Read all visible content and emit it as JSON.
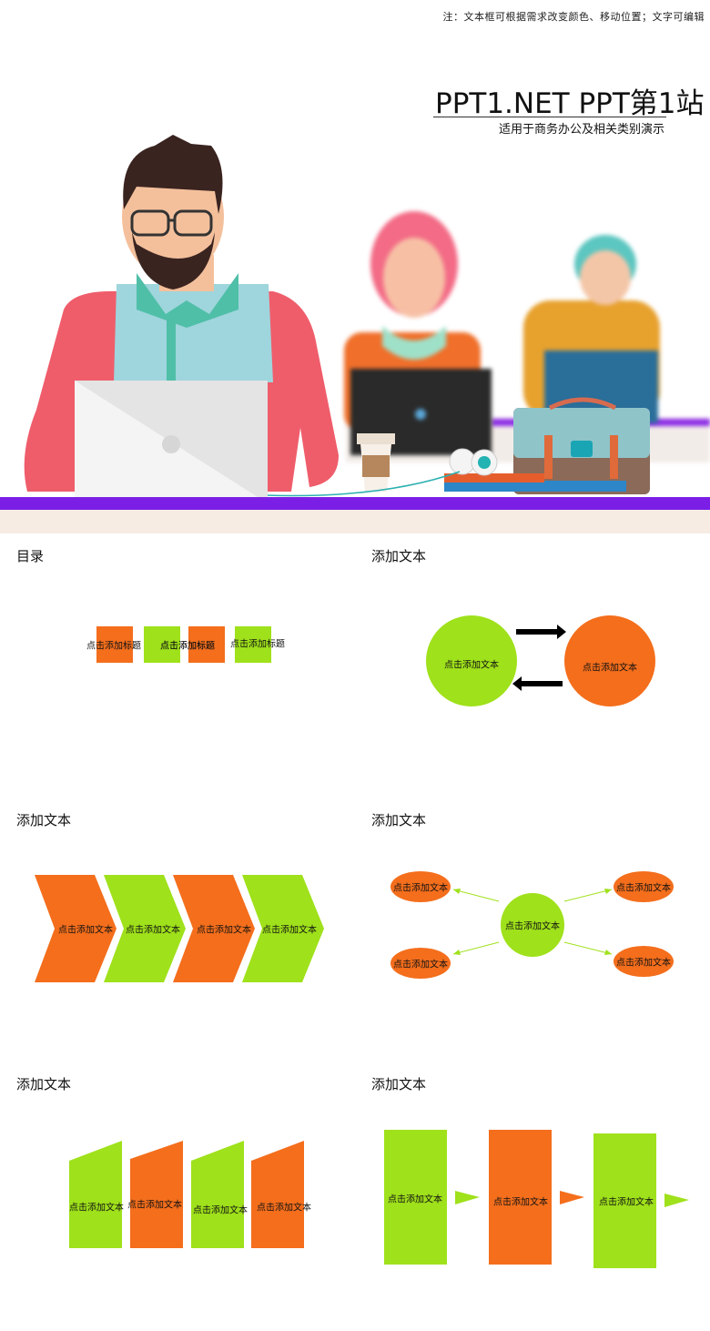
{
  "note": "注：文本框可根据需求改变颜色、移动位置；文字可编辑",
  "cover": {
    "title": "PPT1.NET PPT第1站",
    "subtitle": "适用于商务办公及相关类别演示"
  },
  "colors": {
    "orange": "#f46e1c",
    "green": "#9fe11b",
    "purple": "#7b1fe6",
    "dark": "#111111"
  },
  "sections": {
    "toc": {
      "title": "目录",
      "items": [
        "点击添加标题",
        "点击添加标题",
        "点击添加标题",
        "点击添加标题"
      ]
    },
    "cycle": {
      "title": "添加文本",
      "left": "点击添加文本",
      "right": "点击添加文本"
    },
    "chevrons": {
      "title": "添加文本",
      "items": [
        "点击添加文本",
        "点击添加文本",
        "点击添加文本",
        "点击添加文本"
      ]
    },
    "hub": {
      "title": "添加文本",
      "center": "点击添加文本",
      "nodes": [
        "点击添加文本",
        "点击添加文本",
        "点击添加文本",
        "点击添加文本"
      ]
    },
    "slants": {
      "title": "添加文本",
      "items": [
        "点击添加文本",
        "点击添加文本",
        "点击添加文本",
        "点击添加文本"
      ]
    },
    "flow": {
      "title": "添加文本",
      "items": [
        "点击添加文本",
        "点击添加文本",
        "点击添加文本"
      ]
    }
  }
}
